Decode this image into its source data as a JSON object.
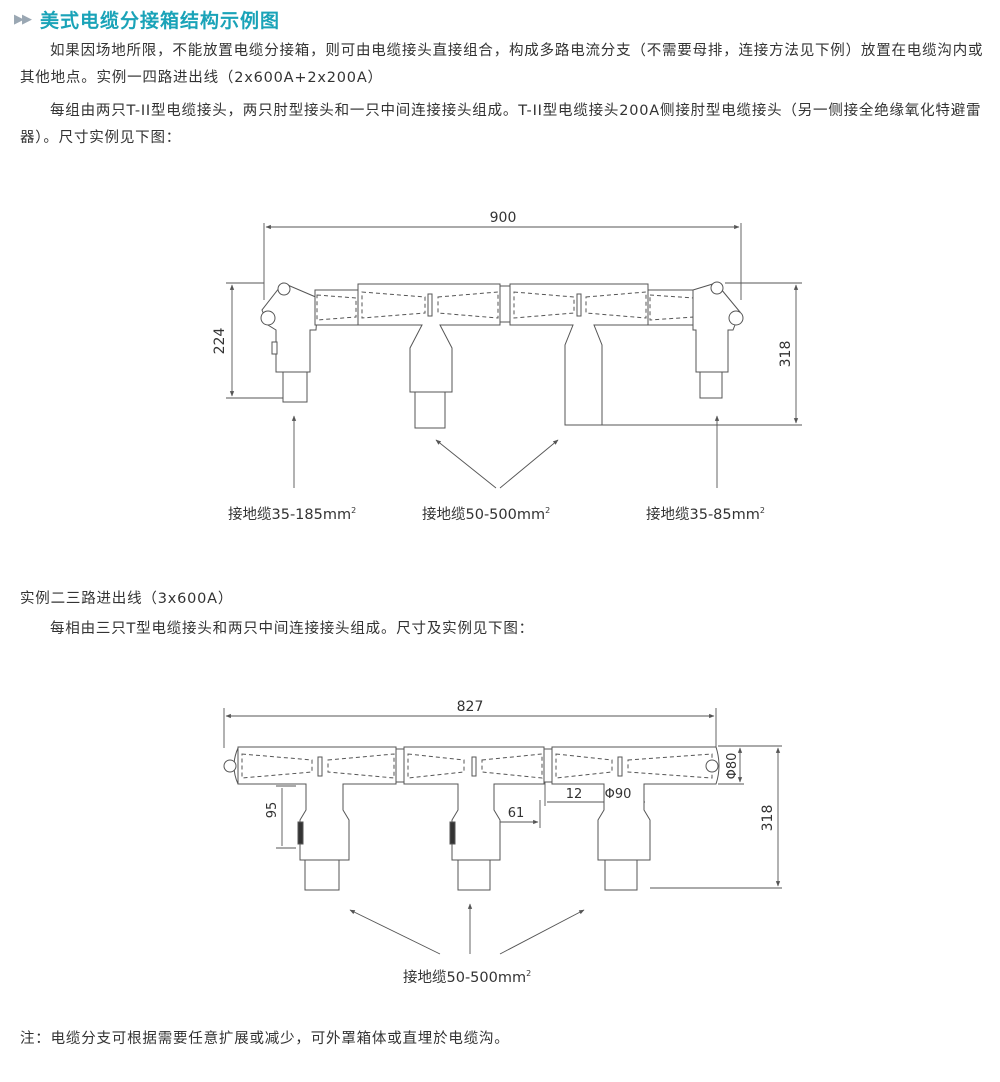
{
  "title": {
    "arrows": "▶▶",
    "text": "美式电缆分接箱结构示例图"
  },
  "intro": {
    "p1": "如果因场地所限，不能放置电缆分接箱，则可由电缆接头直接组合，构成多路电流分支（不需要母排，连接方法见下例）放置在电缆沟内或其他地点。实例一四路进出线（2x600A+2x200A）",
    "p2": "每组由两只T-II型电缆接头，两只肘型接头和一只中间连接接头组成。T-II型电缆接头200A侧接肘型电缆接头（另一侧接全绝缘氧化特避雷器）。尺寸实例见下图："
  },
  "diagram1": {
    "dim_width": "900",
    "dim_left": "224",
    "dim_right": "318",
    "label_left": "接地缆35-185mm",
    "label_mid": "接地缆50-500mm",
    "label_right": "接地缆35-85mm",
    "sup": "2"
  },
  "example2": {
    "p1": "实例二三路进出线（3x600A）",
    "p2": "每相由三只T型电缆接头和两只中间连接接头组成。尺寸及实例见下图："
  },
  "diagram2": {
    "dim_width": "827",
    "dim_phi80": "Φ80",
    "dim_318": "318",
    "dim_95": "95",
    "dim_61": "61",
    "dim_12": "12",
    "dim_phi90": "Φ90",
    "label": "接地缆50-500mm",
    "sup": "2"
  },
  "note": "注：电缆分支可根据需要任意扩展或减少，可外罩箱体或直埋於电缆沟。"
}
